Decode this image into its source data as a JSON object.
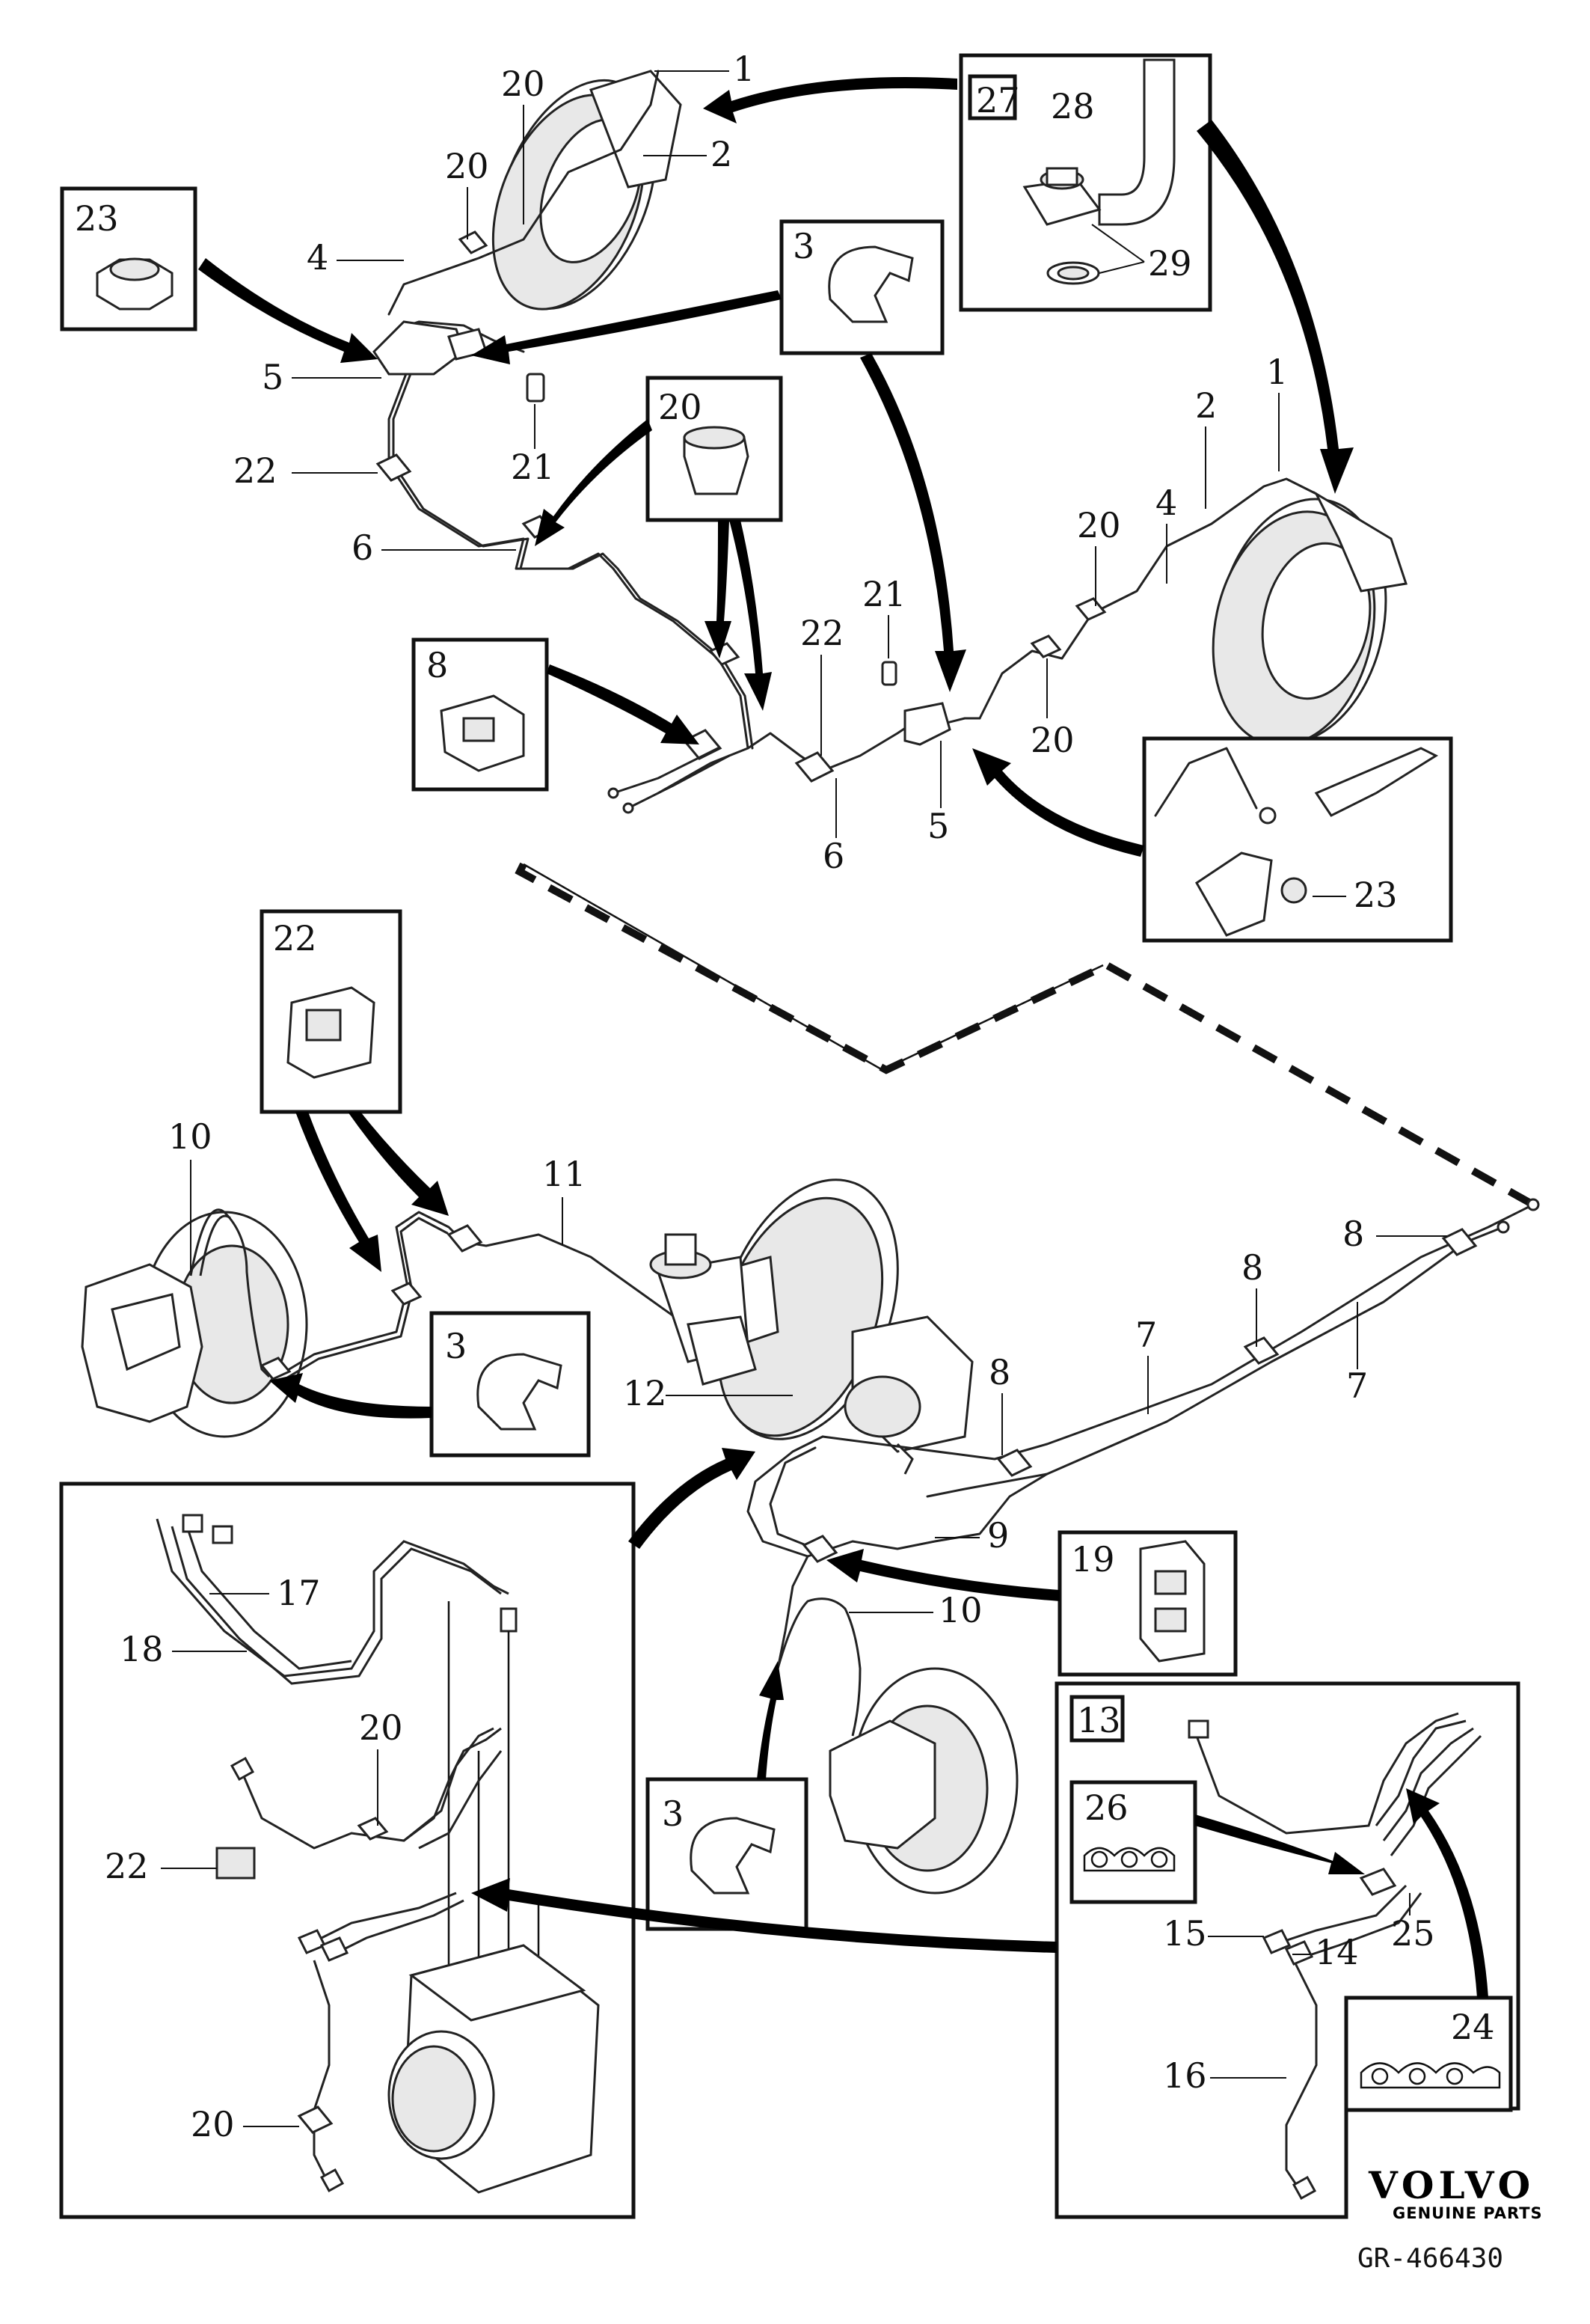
{
  "diagram": {
    "code": "GR-466430",
    "logo": {
      "brand": "VOLVO",
      "tagline": "GENUINE PARTS"
    },
    "callouts": {
      "c1a": "1",
      "c2a": "2",
      "c20a": "20",
      "c20b": "20",
      "c4a": "4",
      "c5a": "5",
      "c22a": "22",
      "c21a": "21",
      "c6a": "6",
      "c2b": "2",
      "c1b": "1",
      "c20c": "20",
      "c4b": "4",
      "c21b": "21",
      "c22b": "22",
      "c20d": "20",
      "c6b": "6",
      "c5b": "5",
      "c23b": "23",
      "c10a": "10",
      "c11": "11",
      "c8a": "8",
      "c8b": "8",
      "c7a": "7",
      "c7b": "7",
      "c12": "12",
      "c8c": "8",
      "c9": "9",
      "c10b": "10",
      "c17": "17",
      "c18": "18",
      "c20e": "20",
      "c22c": "22",
      "c20f": "20",
      "c15": "15",
      "c14": "14",
      "c25": "25",
      "c16": "16"
    },
    "insets": {
      "b23": "23",
      "b27": "27",
      "b28": "28",
      "b29": "29",
      "b3a": "3",
      "b20": "20",
      "b8": "8",
      "b22": "22",
      "b3b": "3",
      "b19": "19",
      "b3c": "3",
      "b13": "13",
      "b26": "26",
      "b24": "24"
    }
  }
}
